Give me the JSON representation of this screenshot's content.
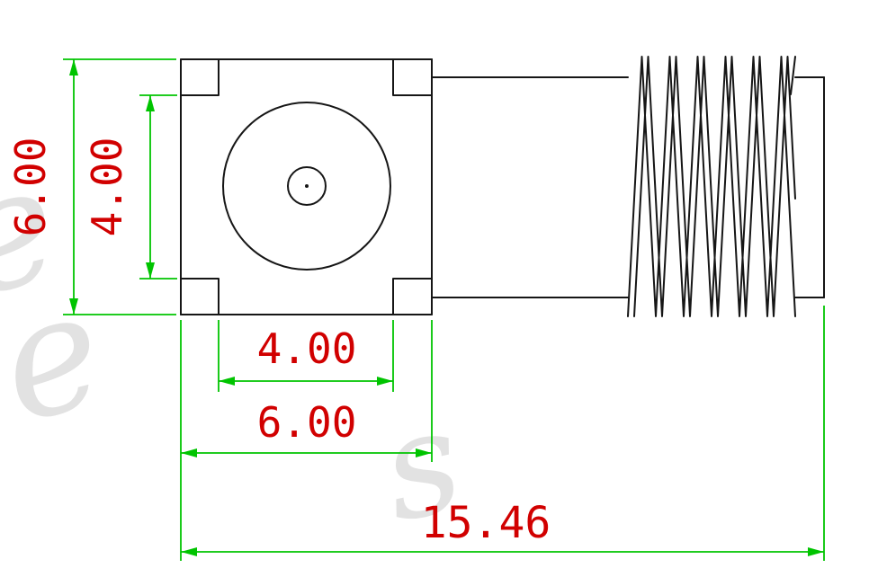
{
  "drawing": {
    "title": "connector-dimension-drawing",
    "colors": {
      "geometry": "#161616",
      "dimension_line": "#00c400",
      "dimension_text": "#d10000",
      "watermark": "#e2e2e2"
    },
    "dimensions": {
      "flange_height": "6.00",
      "inner_height": "4.00",
      "inner_width": "4.00",
      "flange_width": "6.00",
      "total_length": "15.46"
    },
    "watermark_glyphs": [
      "e",
      "e",
      "s"
    ]
  }
}
